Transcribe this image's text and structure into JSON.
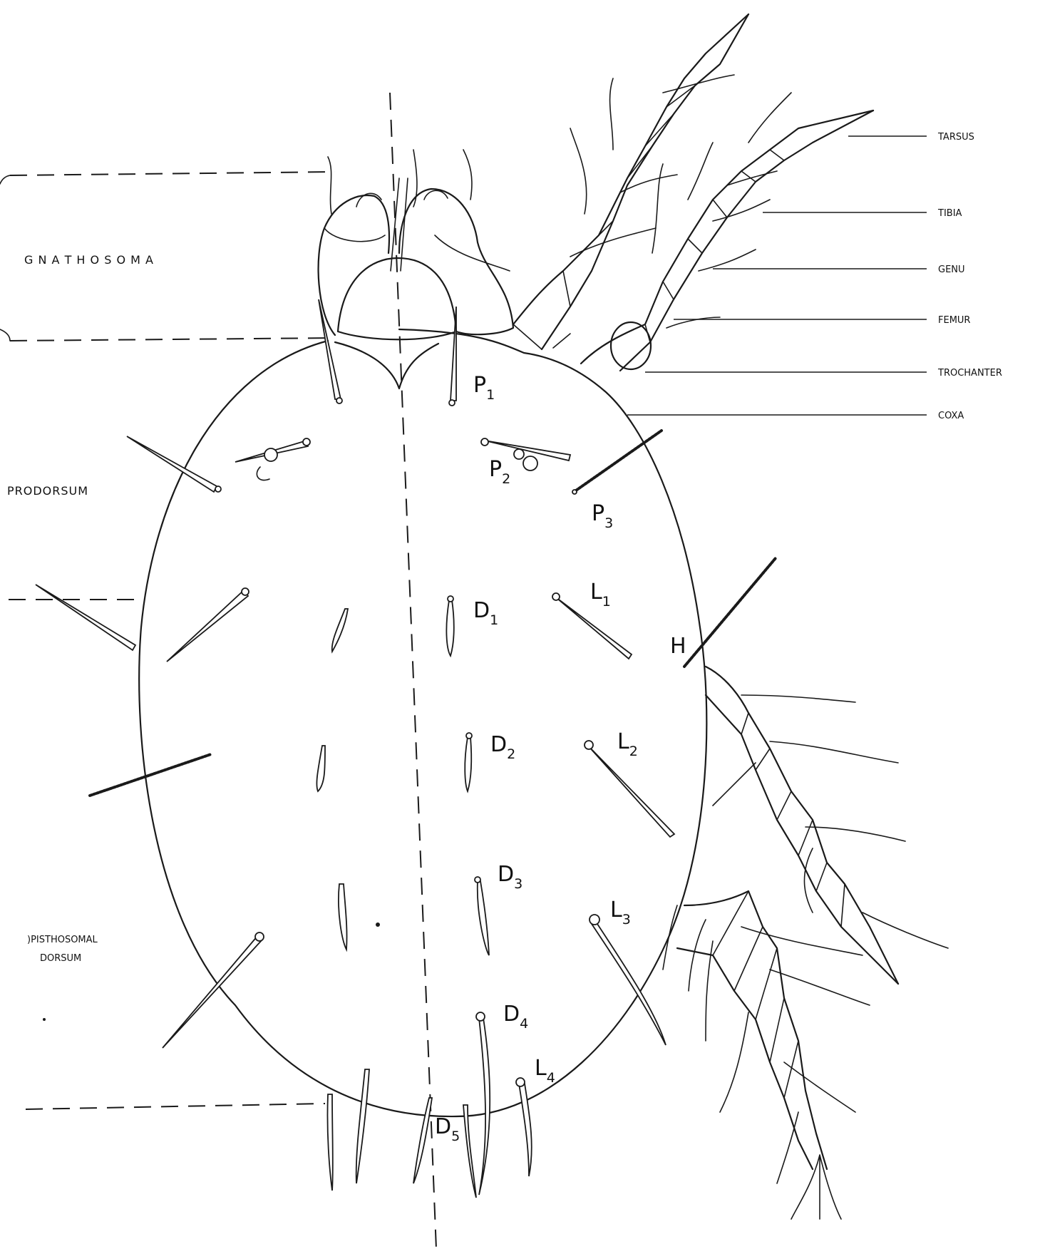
{
  "regions": {
    "gnathosoma": "G N A T H O S O M A",
    "prodorsum": "PRODORSUM",
    "opisthosomal_line1": ")PISTHOSOMAL",
    "opisthosomal_line2": "DORSUM"
  },
  "leg_parts": {
    "tarsus": "TARSUS",
    "tibia": "TIBIA",
    "genu": "GENU",
    "femur": "FEMUR",
    "trochanter": "TROCHANTER",
    "coxa": "COXA"
  },
  "setae": {
    "p1": {
      "main": "P",
      "sub": "1"
    },
    "p2": {
      "main": "P",
      "sub": "2"
    },
    "p3": {
      "main": "P",
      "sub": "3"
    },
    "d1": {
      "main": "D",
      "sub": "1"
    },
    "d2": {
      "main": "D",
      "sub": "2"
    },
    "d3": {
      "main": "D",
      "sub": "3"
    },
    "d4": {
      "main": "D",
      "sub": "4"
    },
    "d5": {
      "main": "D",
      "sub": "5"
    },
    "l1": {
      "main": "L",
      "sub": "1"
    },
    "l2": {
      "main": "L",
      "sub": "2"
    },
    "l3": {
      "main": "L",
      "sub": "3"
    },
    "l4": {
      "main": "L",
      "sub": "4"
    },
    "h": "H"
  }
}
